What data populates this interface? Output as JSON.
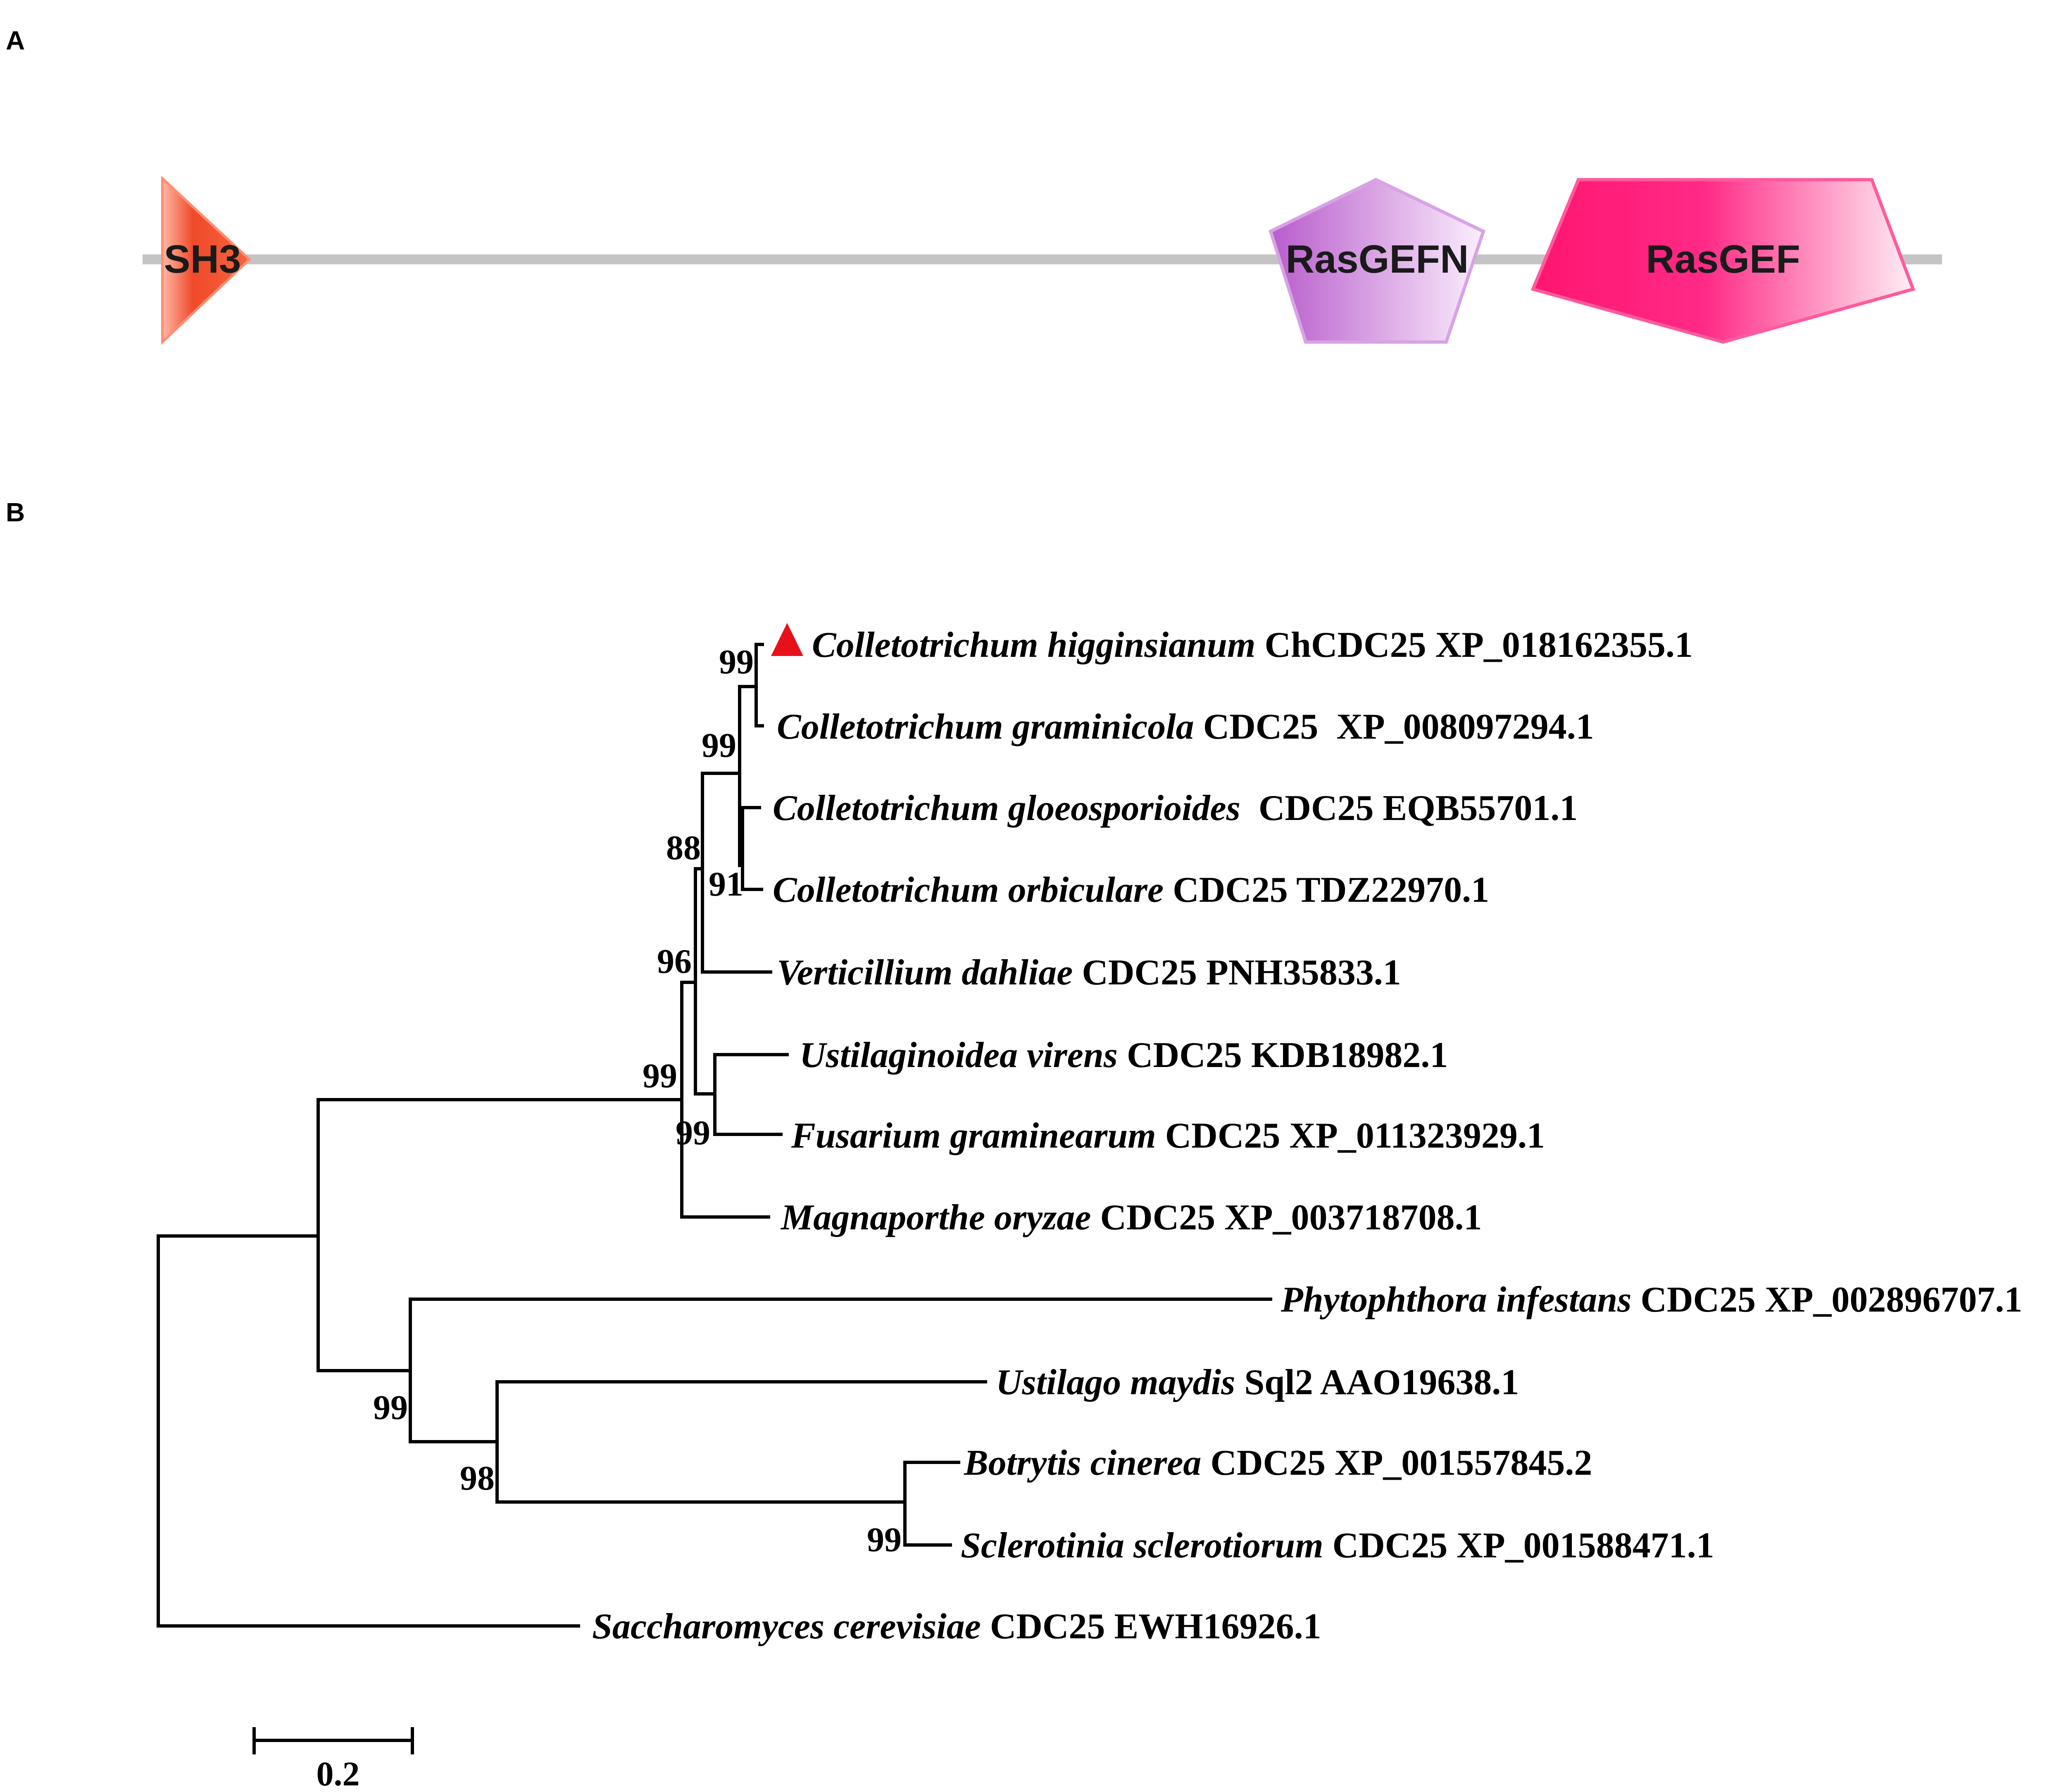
{
  "panels": {
    "a_label": "A",
    "b_label": "B"
  },
  "domains": [
    {
      "label": "SH3",
      "shape": "triangle",
      "color": "#f04a2a"
    },
    {
      "label": "RasGEFN",
      "shape": "pentagon",
      "color": "#c77dd6"
    },
    {
      "label": "RasGEF",
      "shape": "hexagon",
      "color": "#ff1f7c"
    }
  ],
  "tree": {
    "highlight_marker": "red-triangle",
    "highlight_color": "#e8101a",
    "leaves": [
      {
        "species": "Colletotrichum higginsianum",
        "rest": " ChCDC25 XP_018162355.1"
      },
      {
        "species": "Colletotrichum graminicola",
        "rest": " CDC25  XP_008097294.1"
      },
      {
        "species": "Colletotrichum gloeosporioides",
        "rest": "  CDC25 EQB55701.1"
      },
      {
        "species": "Colletotrichum orbiculare",
        "rest": " CDC25 TDZ22970.1"
      },
      {
        "species": "Verticillium dahliae",
        "rest": " CDC25 PNH35833.1"
      },
      {
        "species": "Ustilaginoidea virens",
        "rest": " CDC25 KDB18982.1"
      },
      {
        "species": "Fusarium graminearum",
        "rest": " CDC25 XP_011323929.1"
      },
      {
        "species": "Magnaporthe oryzae",
        "rest": " CDC25 XP_003718708.1"
      },
      {
        "species": "Phytophthora infestans",
        "rest": " CDC25 XP_002896707.1"
      },
      {
        "species": "Ustilago maydis",
        "rest": " Sql2 AAO19638.1"
      },
      {
        "species": "Botrytis cinerea",
        "rest": " CDC25 XP_001557845.2"
      },
      {
        "species": "Sclerotinia sclerotiorum",
        "rest": " CDC25 XP_001588471.1"
      },
      {
        "species": "Saccharomyces cerevisiae",
        "rest": " CDC25 EWH16926.1"
      }
    ],
    "bootstrap": [
      "99",
      "99",
      "88",
      "91",
      "96",
      "99",
      "99",
      "99",
      "98",
      "99"
    ],
    "scale_bar": {
      "value": 0.2,
      "label": "0.2"
    }
  }
}
